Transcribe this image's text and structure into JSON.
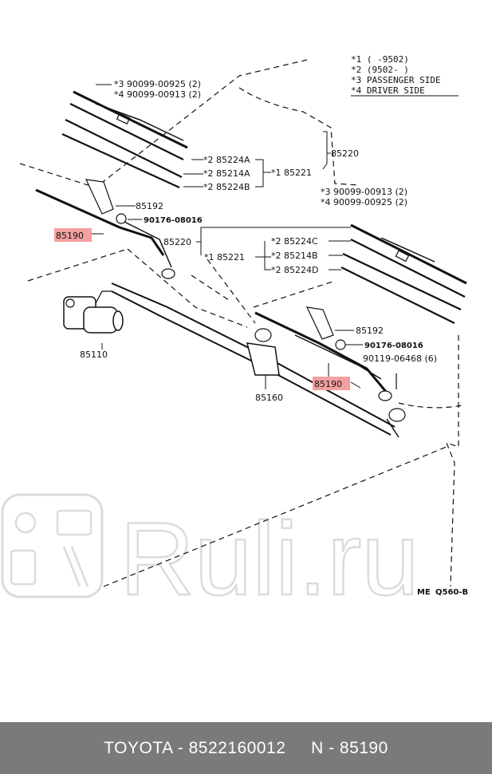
{
  "notes": {
    "line1": "*1 (    -9502)",
    "line2": "*2 (9502-     )",
    "line3": "*3 PASSENGER SIDE",
    "line4": "*4 DRIVER SIDE"
  },
  "labels": {
    "upper_screw_a": "*3  90099-00925 (2)",
    "upper_screw_b": "*4  90099-00913 (2)",
    "upper_85224A": "*2  85224A",
    "upper_85214A": "*2  85214A",
    "upper_85221": "*1  85221",
    "upper_85224B": "*2  85224B",
    "upper_85220": "85220",
    "left_85192": "85192",
    "left_90176": "90176-08016",
    "left_85190": "85190",
    "right_screw_a": "*3  90099-00913 (2)",
    "right_screw_b": "*4  90099-00925 (2)",
    "mid_85220": "85220",
    "mid_85224C": "*2  85224C",
    "mid_85221": "*1  85221",
    "mid_85214B": "*2  85214B",
    "mid_85224D": "*2  85224D",
    "right_85192": "85192",
    "right_90176": "90176-08016",
    "right_90119": "90119-06468 (6)",
    "right_85190": "85190",
    "motor_85110": "85110",
    "link_85160": "85160",
    "code_me": "ME",
    "code_q": "Q560-B"
  },
  "watermark": "Ruli.ru",
  "footer": {
    "text": "TOYOTA - 8522160012     N - 85190"
  },
  "colors": {
    "highlight": "#f08080",
    "footer_bg": "#7a7a7a",
    "line": "#111111"
  }
}
